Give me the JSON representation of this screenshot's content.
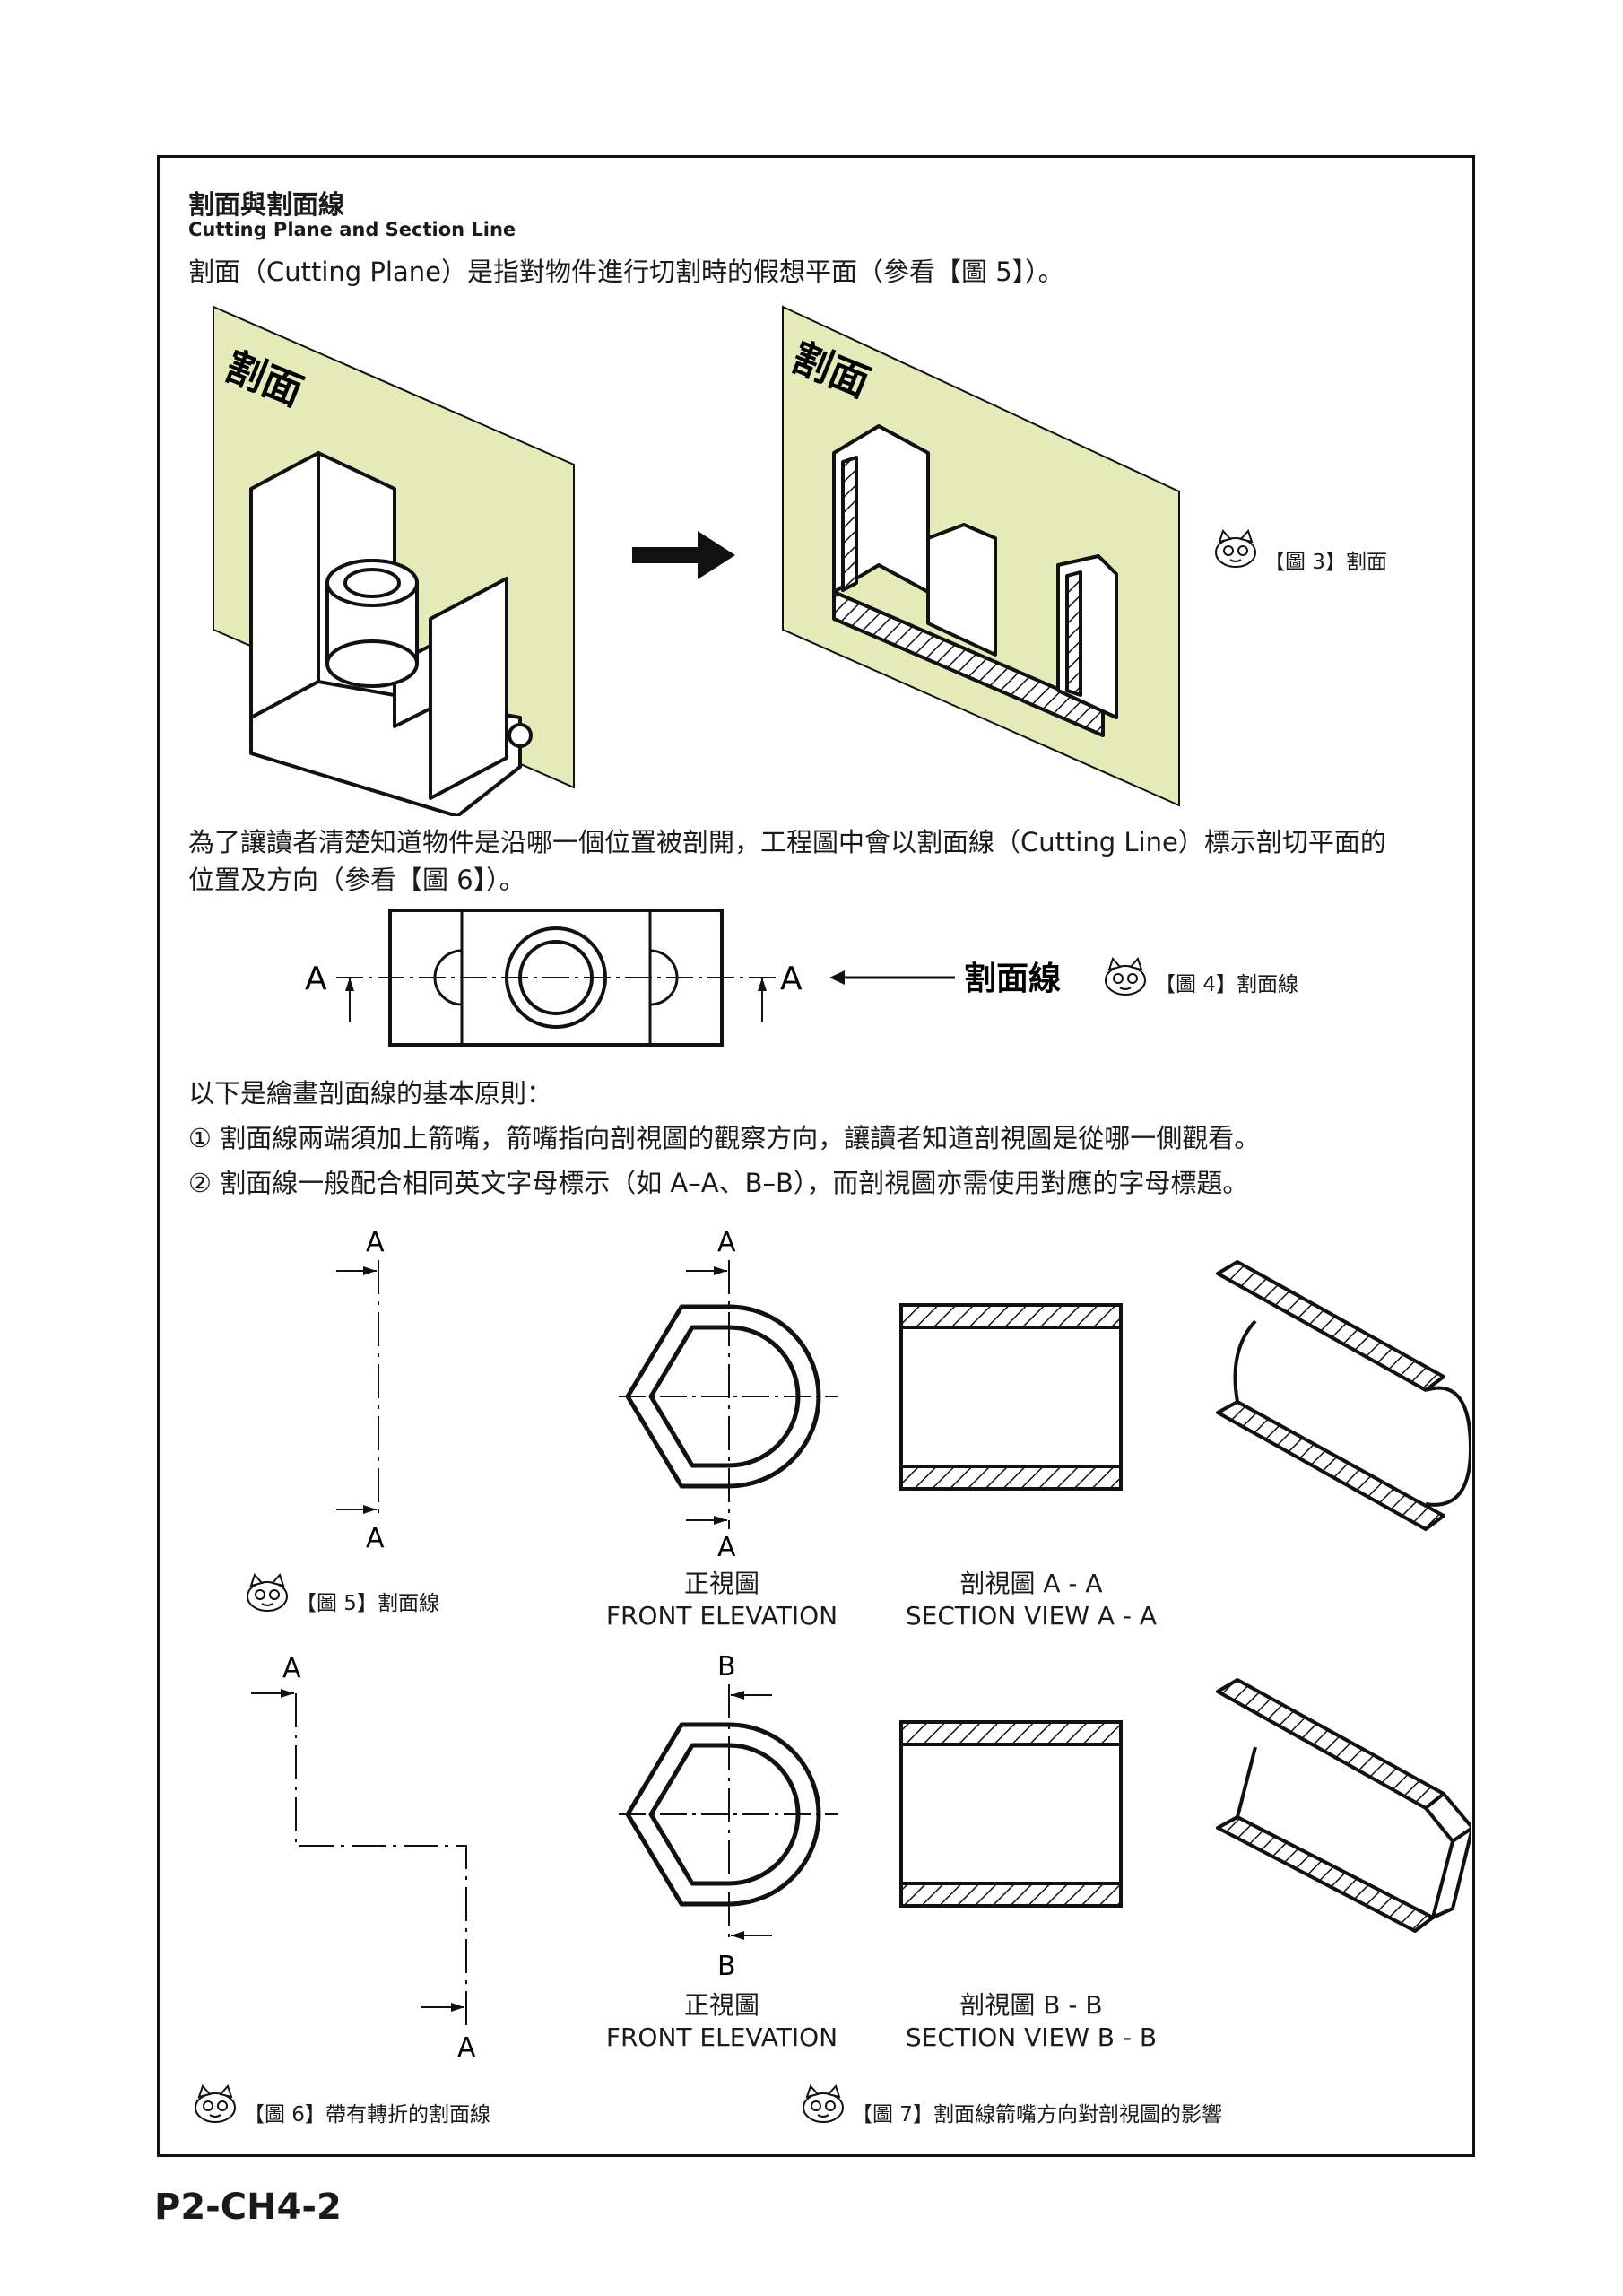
{
  "header": {
    "title_zh": "割面與割面線",
    "title_en": "Cutting Plane and Section Line"
  },
  "intro": "割面（Cutting Plane）是指對物件進行切割時的假想平面（參看【圖 5】）。",
  "fig3": {
    "plane_label_left": "割面",
    "plane_label_right": "割面",
    "caption": "【圖 3】割面"
  },
  "para2": {
    "line1": "為了讓讀者清楚知道物件是沿哪一個位置被剖開，工程圖中會以割面線（Cutting Line）標示剖切平面的",
    "line2": "位置及方向（參看【圖 6】）。"
  },
  "fig4": {
    "letter_left": "A",
    "letter_right": "A",
    "label": "割面線",
    "caption": "【圖 4】割面線"
  },
  "rules": {
    "intro": "以下是繪畫剖面線的基本原則：",
    "items": [
      "① 割面線兩端須加上箭嘴，箭嘴指向剖視圖的觀察方向，讓讀者知道剖視圖是從哪一側觀看。",
      "② 割面線一般配合相同英文字母標示（如 A–A、B–B），而剖視圖亦需使用對應的字母標題。"
    ]
  },
  "fig5": {
    "letter_top": "A",
    "letter_bottom": "A",
    "caption": "【圖 5】割面線"
  },
  "fig6": {
    "letter_top": "A",
    "letter_bottom": "A",
    "caption": "【圖 6】帶有轉折的割面線"
  },
  "fig7": {
    "row_a": {
      "letter_top": "A",
      "letter_bottom": "A",
      "front_zh": "正視圖",
      "front_en": "FRONT ELEVATION",
      "section_zh": "剖視圖 A - A",
      "section_en": "SECTION VIEW A - A"
    },
    "row_b": {
      "letter_top": "B",
      "letter_bottom": "B",
      "front_zh": "正視圖",
      "front_en": "FRONT ELEVATION",
      "section_zh": "剖視圖 B - B",
      "section_en": "SECTION VIEW B - B"
    },
    "caption": "【圖 7】割面線箭嘴方向對剖視圖的影響"
  },
  "page_number": "P2-CH4-2",
  "colors": {
    "plane_fill": "#e4ebb8",
    "line": "#111111",
    "frame": "#111111"
  },
  "icons": [
    "cat-mascot-icon",
    "arrow-right-icon",
    "arrow-left-icon"
  ]
}
